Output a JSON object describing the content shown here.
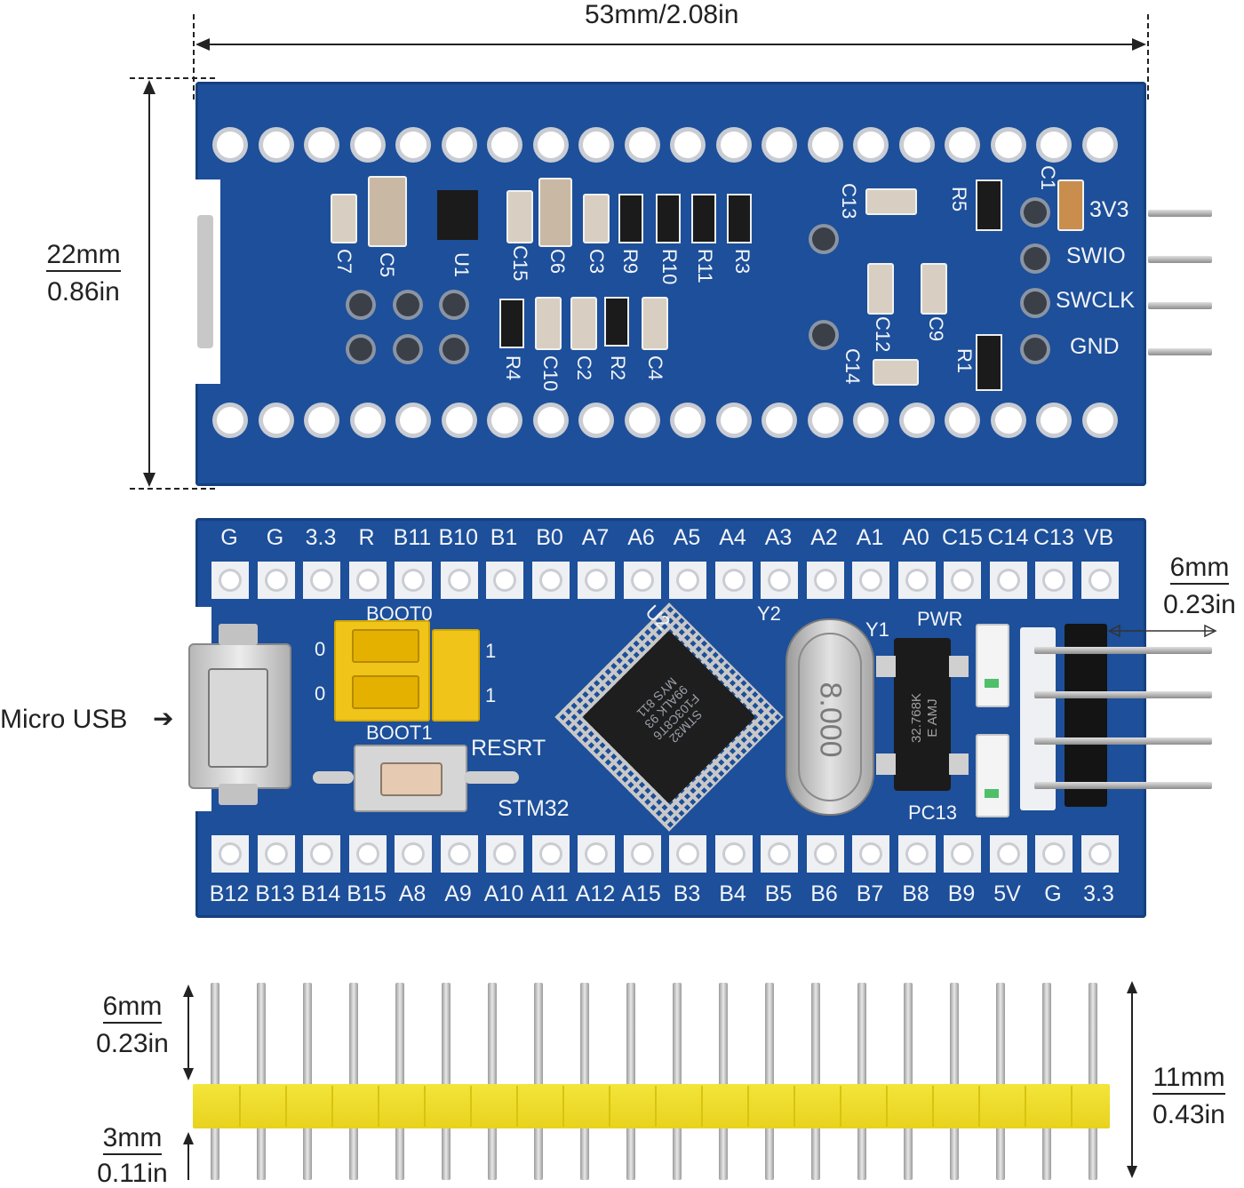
{
  "dimensions": {
    "width": "53mm/2.08in",
    "height_mm": "22mm",
    "height_in": "0.86in",
    "header_offset_mm": "6mm",
    "header_offset_in": "0.23in",
    "pin_top_mm": "6mm",
    "pin_top_in": "0.23in",
    "pin_bottom_mm": "3mm",
    "pin_bottom_in": "0.11in",
    "pin_total_mm": "11mm",
    "pin_total_in": "0.43in"
  },
  "back": {
    "components": [
      "C7",
      "C5",
      "U1",
      "C15",
      "C6",
      "C3",
      "R9",
      "R10",
      "R11",
      "R3",
      "R4",
      "C10",
      "C2",
      "R2",
      "C4",
      "C13",
      "R5",
      "C1",
      "C12",
      "C9",
      "C14",
      "R1"
    ],
    "swd_labels": [
      "3V3",
      "SWIO",
      "SWCLK",
      "GND"
    ]
  },
  "front": {
    "top_pins": [
      "G",
      "G",
      "3.3",
      "R",
      "B11",
      "B10",
      "B1",
      "B0",
      "A7",
      "A6",
      "A5",
      "A4",
      "A3",
      "A2",
      "A1",
      "A0",
      "C15",
      "C14",
      "C13",
      "VB"
    ],
    "bottom_pins": [
      "B12",
      "B13",
      "B14",
      "B15",
      "A8",
      "A9",
      "A10",
      "A11",
      "A12",
      "A15",
      "B3",
      "B4",
      "B5",
      "B6",
      "B7",
      "B8",
      "B9",
      "5V",
      "G",
      "3.3"
    ],
    "labels": {
      "boot0": "BOOT0",
      "boot1": "BOOT1",
      "reset": "RESRT",
      "brand": "STM32",
      "u2": "U2",
      "y2": "Y2",
      "y1": "Y1",
      "pwr": "PWR",
      "pc13": "PC13",
      "zero_a": "0",
      "zero_b": "0",
      "one_a": "1",
      "one_b": "1",
      "crystal": "8.000",
      "crystal32": "32.768K",
      "crystal32_sub": "E  AMJ",
      "chip_line1": "STM32",
      "chip_line2": "F103C8T6",
      "chip_line3": "99ALK 93",
      "chip_line4": "MYS 811"
    }
  },
  "callouts": {
    "usb": "Micro USB"
  }
}
